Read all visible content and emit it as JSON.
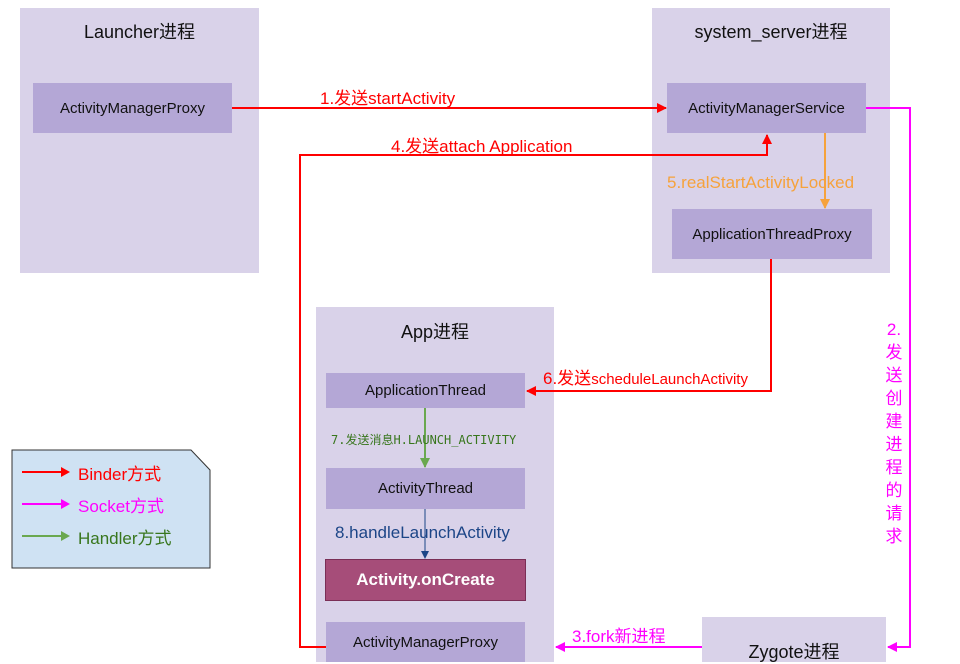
{
  "processes": {
    "launcher": {
      "title": "Launcher进程",
      "box": "ActivityManagerProxy"
    },
    "system_server": {
      "title": "system_server进程",
      "box_ams": "ActivityManagerService",
      "box_atp": "ApplicationThreadProxy"
    },
    "app": {
      "title": "App进程",
      "box_thread": "ApplicationThread",
      "box_activity_thread": "ActivityThread",
      "box_oncreate": "Activity.onCreate",
      "box_amp": "ActivityManagerProxy"
    },
    "zygote": {
      "title": "Zygote进程"
    }
  },
  "arrows": {
    "a1": "1.发送startActivity",
    "a2_chars": [
      "2.",
      "发",
      "送",
      "创",
      "建",
      "进",
      "程",
      "的",
      "请",
      "求"
    ],
    "a3": "3.fork新进程",
    "a4": "4.发送attach Application",
    "a5": "5.realStartActivityLocked",
    "a6_prefix": "6.发送",
    "a6_suffix": "scheduleLaunchActivity",
    "a7": "7.发送消息H.LAUNCH_ACTIVITY",
    "a8": "8.handleLaunchActivity"
  },
  "legend": {
    "binder": "Binder方式",
    "socket": "Socket方式",
    "handler": "Handler方式"
  },
  "colors": {
    "binder": "#ff0000",
    "socket": "#ff00ff",
    "handler": "#6aa84f",
    "realstart": "#f6a23b",
    "handle": "#1c4587",
    "process_bg": "#d9d2e9",
    "box_bg": "#b4a7d6",
    "highlight_box": "#a64d79",
    "legend_bg": "#cfe2f3"
  }
}
